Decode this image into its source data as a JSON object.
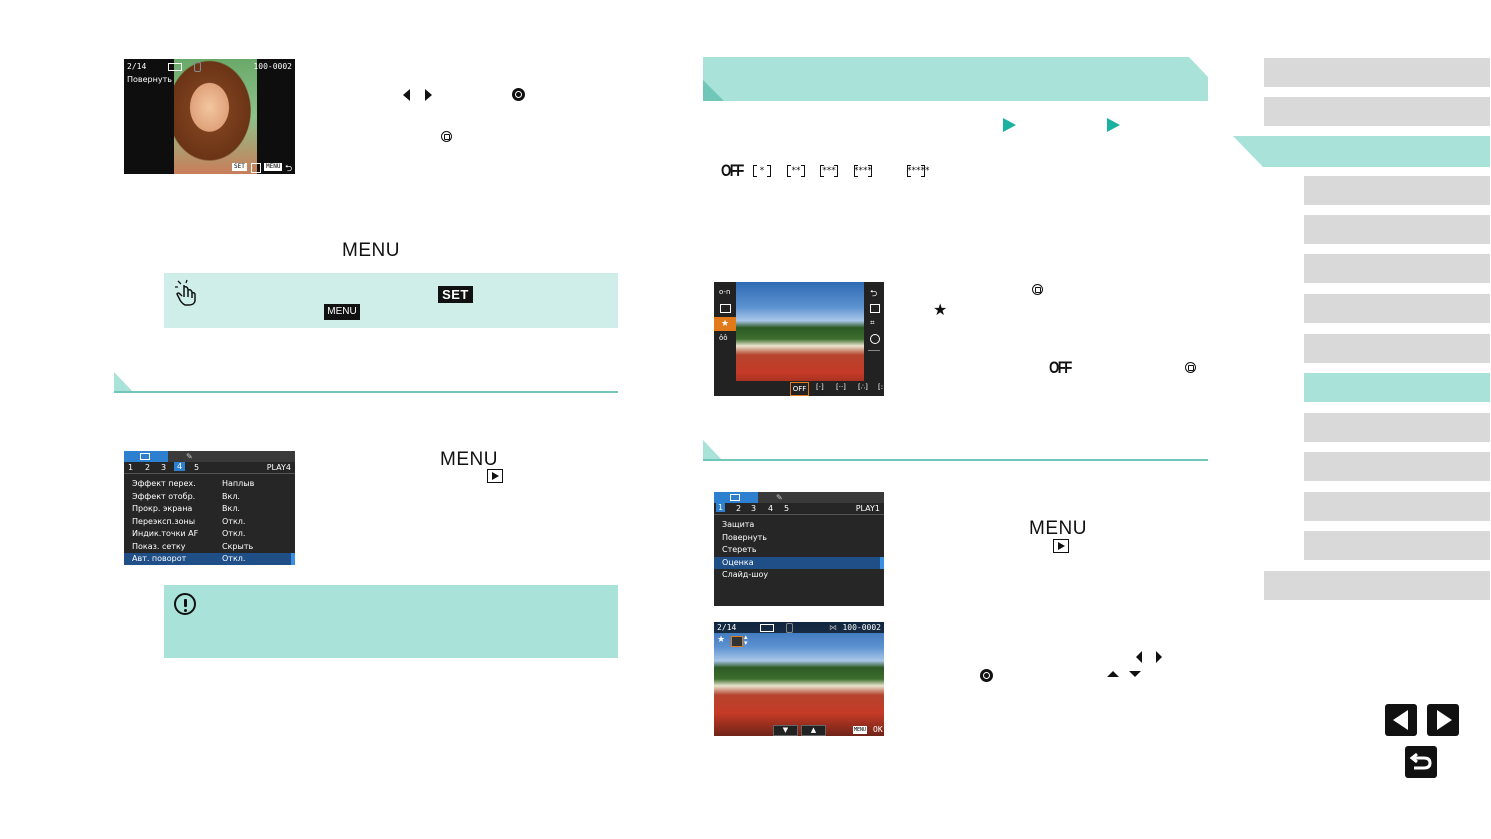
{
  "left_top_screen": {
    "counter": "2/14",
    "file_no": "100-0002",
    "title": "Повернуть",
    "footer_set": "SET",
    "footer_menu": "MENU"
  },
  "step_menu_word": "MENU",
  "touch_hint": {
    "set_badge": "SET",
    "menu_badge": "MENU"
  },
  "play4_screen": {
    "tabs": [
      "1",
      "2",
      "3",
      "4",
      "5"
    ],
    "active_tab": "4",
    "page_label": "PLAY4",
    "rows": [
      {
        "label": "Эффект перех.",
        "value": "Наплыв"
      },
      {
        "label": "Эффект отобр.",
        "value": "Вкл."
      },
      {
        "label": "Прокр. экрана",
        "value": "Вкл."
      },
      {
        "label": "Переэксп.зоны",
        "value": "Откл."
      },
      {
        "label": "Индик.точки AF",
        "value": "Откл."
      },
      {
        "label": "Показ. сетку",
        "value": "Скрыть"
      },
      {
        "label": "Авт. поворот",
        "value": "Откл."
      }
    ]
  },
  "play4_menu_word": "MENU",
  "rating_options_row": [
    "OFF",
    "*",
    "**",
    "***",
    "****",
    "*****"
  ],
  "rating_quick_screen": {
    "footer_options": [
      "OFF",
      "[·]",
      "[··]",
      "[∴]",
      "[::]"
    ]
  },
  "play1_screen": {
    "tabs": [
      "1",
      "2",
      "3",
      "4",
      "5"
    ],
    "page_label": "PLAY1",
    "rows": [
      "Защита",
      "Повернуть",
      "Стереть",
      "Оценка",
      "Слайд-шоу"
    ],
    "selected": "Оценка"
  },
  "play1_menu_word": "MENU",
  "rating_screen": {
    "counter": "2/14",
    "file_no": "100-0002",
    "footer_menu": "MENU",
    "footer_ok": "OK"
  },
  "star_glyph": "★",
  "off_word": "OFF",
  "colors": {
    "teal_band": "#a8e2d9",
    "teal_line": "#70c6b8",
    "teal_arrow": "#1bb1a0",
    "nav_gray": "#d9d9d9"
  }
}
